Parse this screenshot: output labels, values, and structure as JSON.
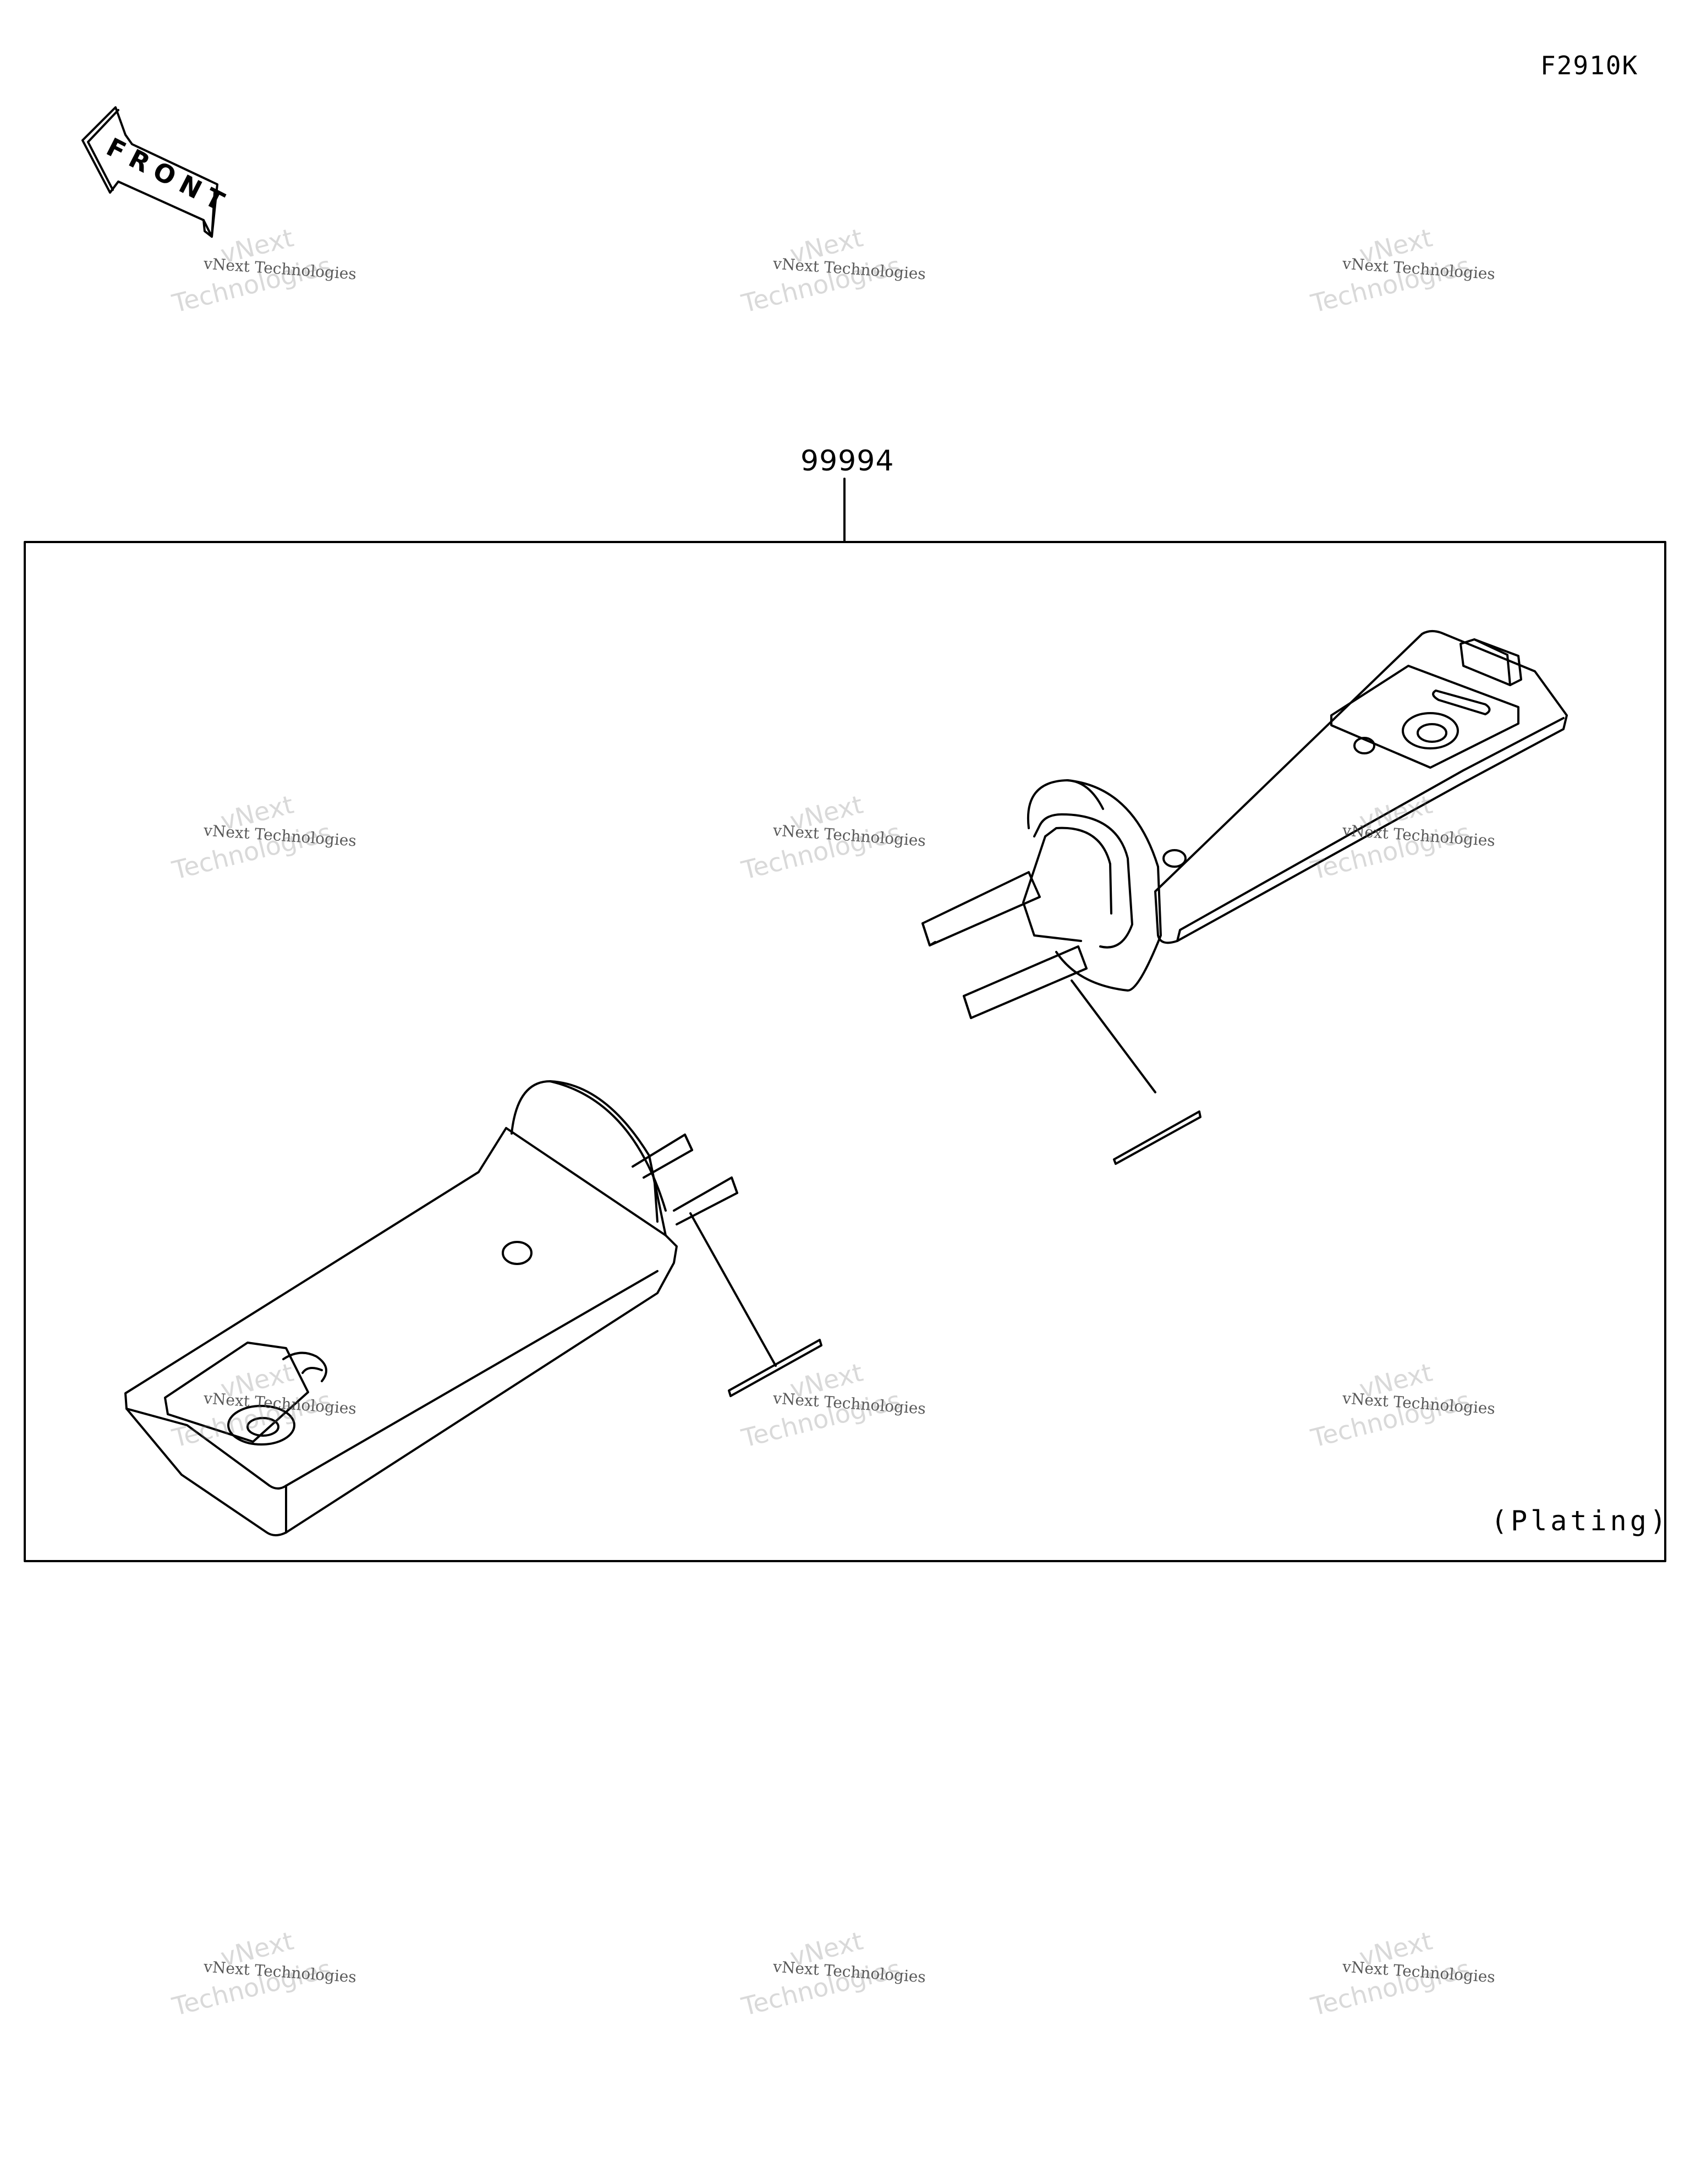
{
  "figure_code": "F2910K",
  "front_arrow": {
    "label": "FRONT",
    "icon": "front-arrow-icon"
  },
  "assembly": {
    "part_number": "99994",
    "note": "(Plating)"
  },
  "watermark": {
    "line1": "vNext",
    "line2": "vNext Technologies",
    "line3": "Technologies"
  },
  "colors": {
    "line": "#000000",
    "background": "#ffffff"
  }
}
